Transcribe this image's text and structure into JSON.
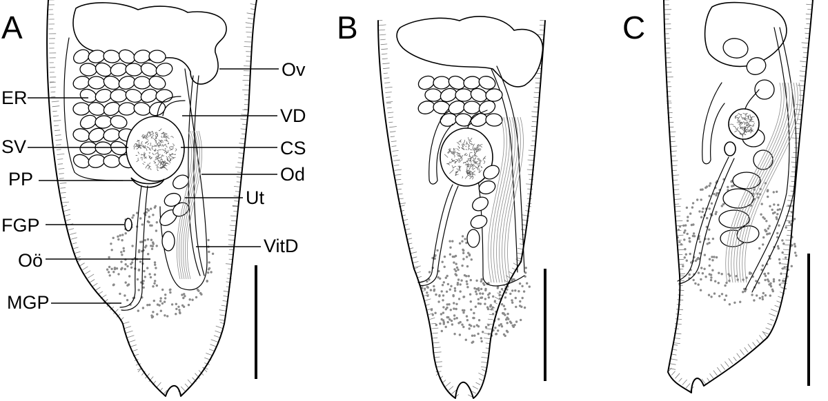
{
  "figure": {
    "panels": [
      {
        "id": "a",
        "letter": "A"
      },
      {
        "id": "b",
        "letter": "B"
      },
      {
        "id": "c",
        "letter": "C"
      }
    ],
    "labels": {
      "left": [
        "ER",
        "SV",
        "PP",
        "FGP",
        "Oö",
        "MGP"
      ],
      "right": [
        "Ov",
        "VD",
        "CS",
        "Od",
        "Ut",
        "VitD"
      ]
    },
    "colors": {
      "line": "#000000",
      "stipple": "#8a8a8a",
      "cilia": "#7a7a7a",
      "background": "#ffffff"
    }
  }
}
